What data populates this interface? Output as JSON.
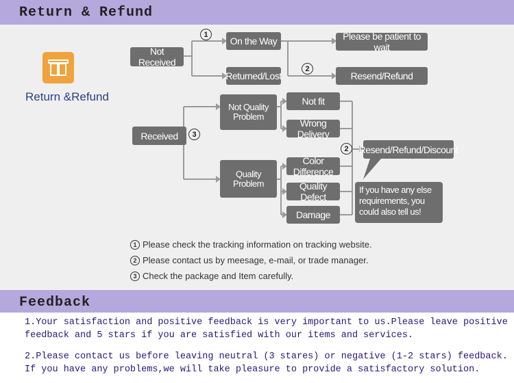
{
  "sections": {
    "return_title": "Return & Refund",
    "feedback_title": "Feedback"
  },
  "brand": {
    "label": "Return &Refund",
    "icon": "gift-icon",
    "icon_color": "#f0a33c"
  },
  "flow": {
    "not_received": "Not Received",
    "on_the_way": "On the Way",
    "returned_lost": "Returned/Lost",
    "patient": "Please be patient to wait",
    "resend_refund": "Resend/Refund",
    "received": "Received",
    "not_quality": "Not Quality Problem",
    "not_fit": "Not fit",
    "wrong_delivery": "Wrong Delivery",
    "resend_refund_discount": "Resend/Refund/Discount",
    "quality_problem": "Quality Problem",
    "color_difference": "Color Difference",
    "quality_defect": "Quality Defect",
    "damage": "Damage",
    "bubble": "If you have any else requirements, you could also tell us!",
    "step1": "1",
    "step2": "2",
    "step3": "3"
  },
  "notes": [
    {
      "num": "1",
      "text": "Please check the tracking information on tracking website."
    },
    {
      "num": "2",
      "text": "Please contact us by meesage, e-mail, or trade manager."
    },
    {
      "num": "3",
      "text": "Check the package and Item carefully."
    }
  ],
  "feedback": {
    "p1_line1": "1.Your satisfaction and positive feedback is very important to us.Please leave positive",
    "p1_line2": "feedback and 5 stars if you are satisfied with our items and services.",
    "p2_line1": "2.Please contact us before leaving neutral (3 stares) or negative (1-2 stars) feedback.",
    "p2_line2": "If you have any problems,we will take pleasure to provide a satisfactory solution."
  },
  "colors": {
    "banner": "#b4a8dd",
    "node": "#6e6e6e",
    "feedback_text": "#2a1678",
    "brand_text": "#2b3f86"
  }
}
